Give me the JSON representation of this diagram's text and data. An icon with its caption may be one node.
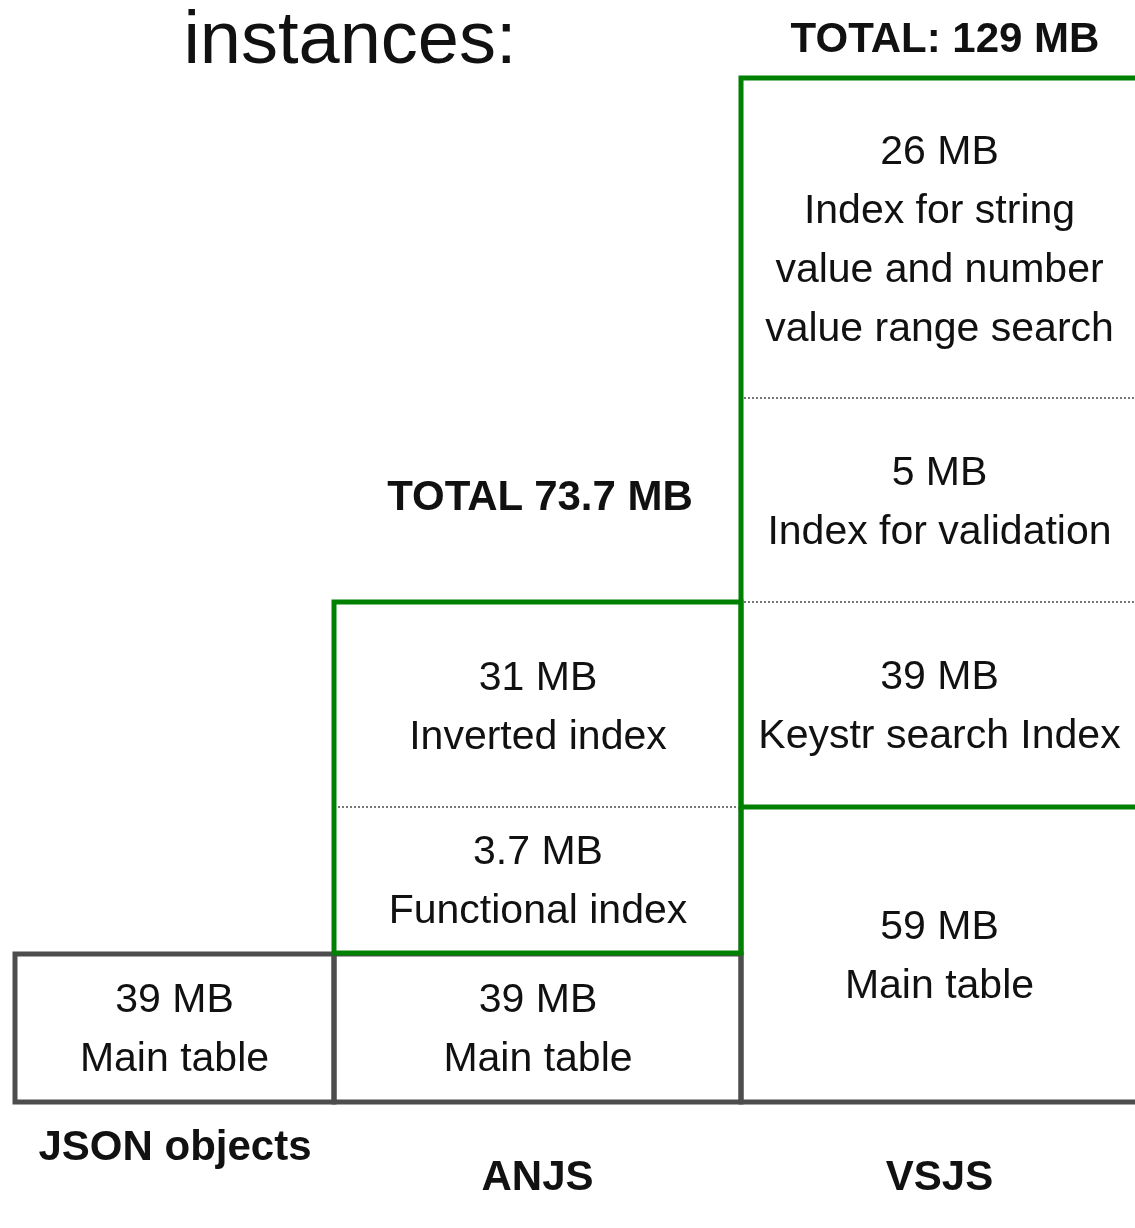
{
  "diagram": {
    "nodes": [
      {
        "text": [
          "26 MB",
          "Index for string value and number value range search"
        ]
      },
      {
        "text": [
          "5 MB",
          "Index for validation"
        ]
      },
      {
        "text": [
          "31 MB",
          "Inverted index"
        ]
      },
      {
        "text": [
          "39 MB",
          "Keystr search Index"
        ]
      },
      {
        "text": [
          "3.7 MB",
          "Functional index"
        ]
      },
      {
        "text": [
          "59 MB",
          "Main table"
        ]
      },
      {
        "text": [
          "39 MB",
          "Main table"
        ]
      },
      {
        "text": [
          "39 MB",
          "Main table"
        ]
      }
    ],
    "edges": [],
    "labels": [
      "instances:",
      "TOTAL: 129 MB",
      "TOTAL 73.7 MB",
      "JSON objects",
      "ANJS",
      "VSJS"
    ]
  }
}
